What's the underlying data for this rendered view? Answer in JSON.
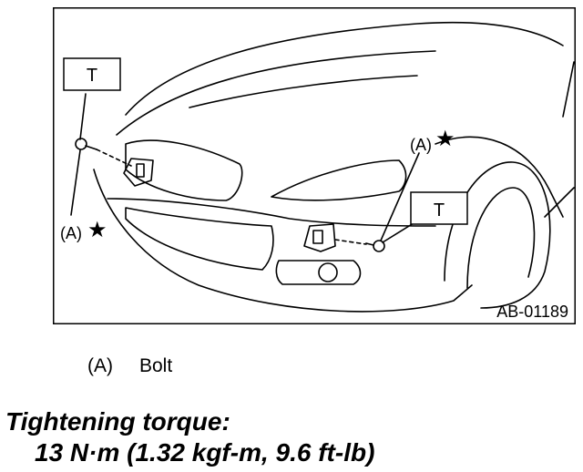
{
  "figure": {
    "code": "AB-01189",
    "callouts": {
      "torque_symbol": "T",
      "bolt_label": "(A)",
      "star": "★"
    }
  },
  "legend": {
    "key": "(A)",
    "text": "Bolt"
  },
  "torque": {
    "title": "Tightening torque:",
    "value": "13 N·m (1.32 kgf-m, 9.6 ft-lb)"
  }
}
